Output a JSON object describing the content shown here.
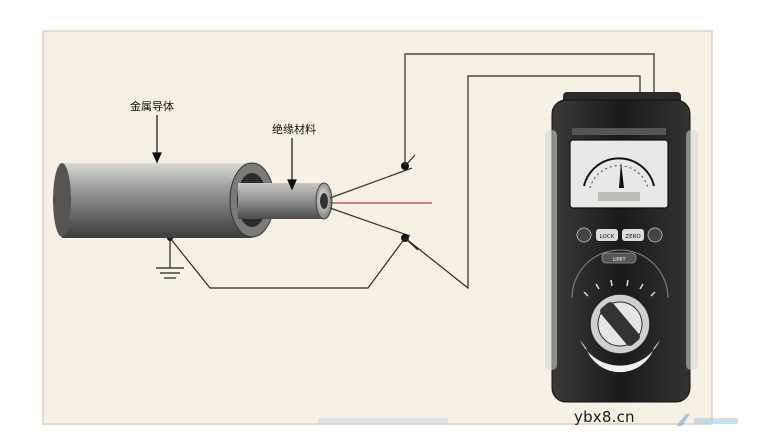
{
  "labels": {
    "metal_conductor": "金属导体",
    "insulation_material": "绝缘材料"
  },
  "meter": {
    "button_left": "LOCK",
    "button_right": "ZERO",
    "panel_label": "LIMIT"
  },
  "watermark": {
    "site": "ybx8.cn"
  },
  "colors": {
    "background": "#f6f1e4",
    "frame": "#d8d2c2",
    "meter_body": "#1e1e1e",
    "cable_gray": "#8a8a8a",
    "wire": "#2a2a2a"
  }
}
